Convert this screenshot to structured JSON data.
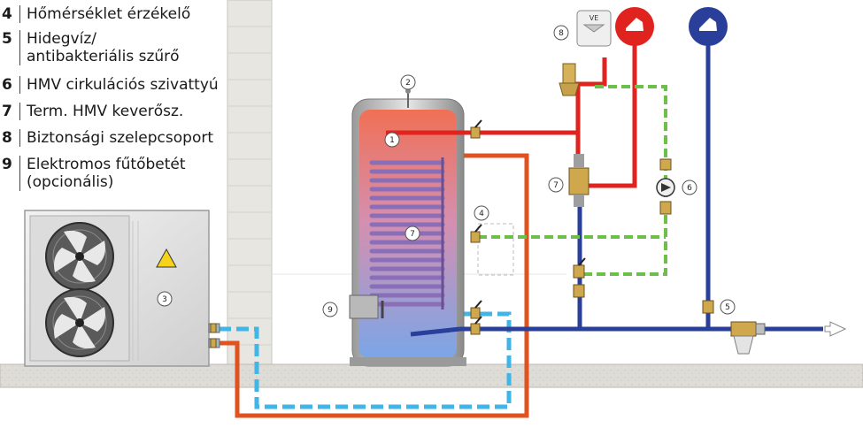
{
  "legend": [
    {
      "num": "4",
      "text": "Hőmérséklet érzékelő"
    },
    {
      "num": "5",
      "text": "Hidegvíz/\nantibakteriális szűrő"
    },
    {
      "num": "6",
      "text": "HMV cirkulációs szivattyú"
    },
    {
      "num": "7",
      "text": "Term. HMV keverősz."
    },
    {
      "num": "8",
      "text": "Biztonsági szelepcsoport"
    },
    {
      "num": "9",
      "text": "Elektromos fűtőbetét\n(opcionális)"
    }
  ],
  "callouts": {
    "c1": "1",
    "c2": "2",
    "c3": "3",
    "c4": "4",
    "c5": "5",
    "c6": "6",
    "c7a": "7",
    "c7b": "7",
    "c8": "8",
    "c9": "9"
  },
  "expansion_vessel_label": "VE",
  "colors": {
    "hot": "#e0231f",
    "cold": "#2a3f9a",
    "circulation": "#6cc04a",
    "heat_pump_flow": "#e0521f",
    "heat_pump_return": "#41b6e6",
    "wall": "#e6e4df",
    "floor": "#dcdad4"
  }
}
